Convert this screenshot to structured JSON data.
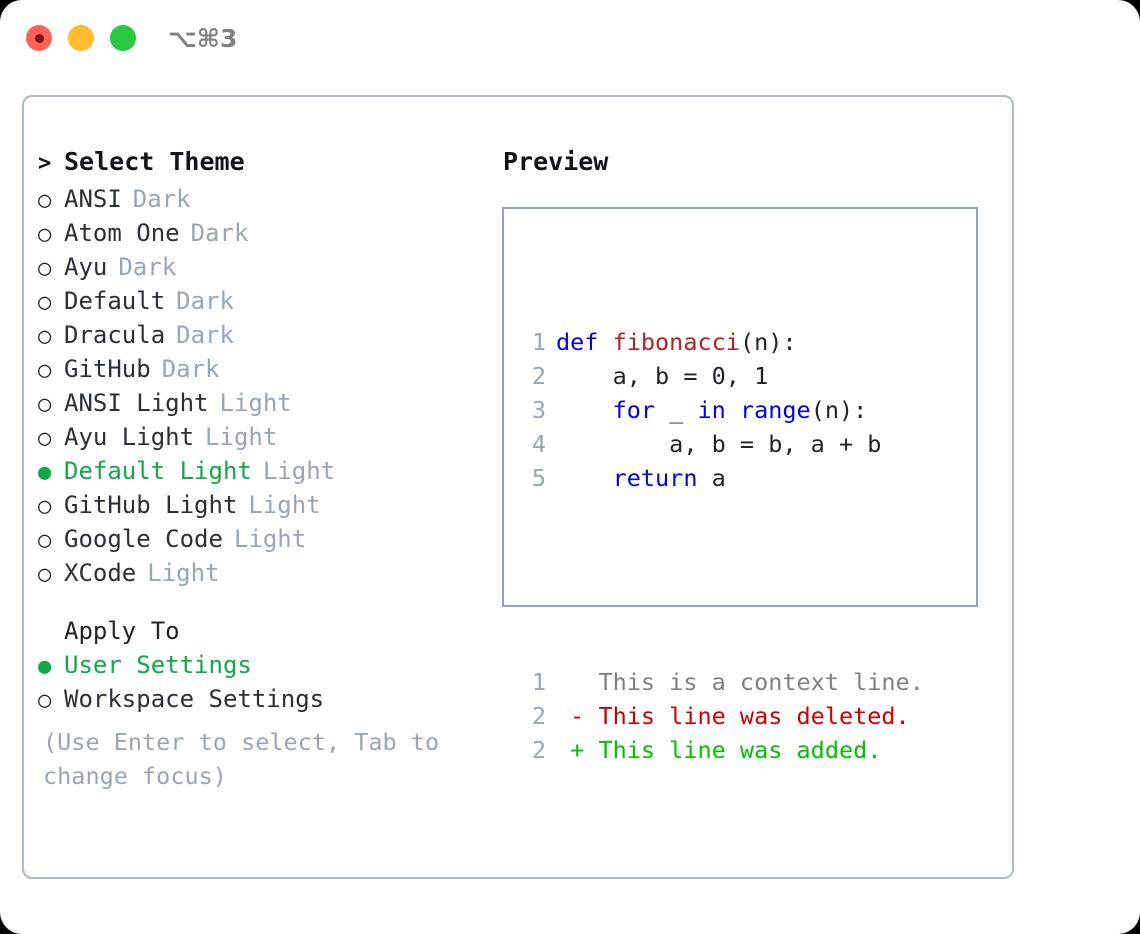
{
  "window": {
    "shortcut_label": "⌥⌘3",
    "traffic_lights": [
      {
        "name": "close",
        "color": "#ff6158"
      },
      {
        "name": "minimize",
        "color": "#febc2e"
      },
      {
        "name": "maximize",
        "color": "#28c840"
      }
    ]
  },
  "theme_picker": {
    "heading_marker": ">",
    "heading": "Select Theme",
    "marker_selected": "●",
    "marker_unselected": "○",
    "accent_color": "#11a84a",
    "items": [
      {
        "name": "ANSI",
        "kind": "Dark",
        "selected": false
      },
      {
        "name": "Atom One",
        "kind": "Dark",
        "selected": false
      },
      {
        "name": "Ayu",
        "kind": "Dark",
        "selected": false
      },
      {
        "name": "Default",
        "kind": "Dark",
        "selected": false
      },
      {
        "name": "Dracula",
        "kind": "Dark",
        "selected": false
      },
      {
        "name": "GitHub",
        "kind": "Dark",
        "selected": false
      },
      {
        "name": "ANSI Light",
        "kind": "Light",
        "selected": false
      },
      {
        "name": "Ayu Light",
        "kind": "Light",
        "selected": false
      },
      {
        "name": "Default Light",
        "kind": "Light",
        "selected": true
      },
      {
        "name": "GitHub Light",
        "kind": "Light",
        "selected": false
      },
      {
        "name": "Google Code",
        "kind": "Light",
        "selected": false
      },
      {
        "name": "XCode",
        "kind": "Light",
        "selected": false
      }
    ]
  },
  "apply_to": {
    "label": "Apply To",
    "options": [
      {
        "label": "User Settings",
        "selected": true
      },
      {
        "label": "Workspace Settings",
        "selected": false
      }
    ]
  },
  "hint": "(Use Enter to select, Tab to change focus)",
  "preview": {
    "title": "Preview",
    "code_lines": [
      {
        "no": "1",
        "segments": [
          {
            "text": "def ",
            "style": "tok-kw"
          },
          {
            "text": "fibonacci",
            "style": "tok-fn"
          },
          {
            "text": "(n):",
            "style": "tok-plain"
          }
        ]
      },
      {
        "no": "2",
        "segments": [
          {
            "text": "    a, b = 0, 1",
            "style": "tok-plain"
          }
        ]
      },
      {
        "no": "3",
        "segments": [
          {
            "text": "    ",
            "style": "tok-plain"
          },
          {
            "text": "for",
            "style": "tok-kw"
          },
          {
            "text": " _ ",
            "style": "tok-plain"
          },
          {
            "text": "in",
            "style": "tok-kw"
          },
          {
            "text": " ",
            "style": "tok-plain"
          },
          {
            "text": "range",
            "style": "tok-kw"
          },
          {
            "text": "(n):",
            "style": "tok-plain"
          }
        ]
      },
      {
        "no": "4",
        "segments": [
          {
            "text": "        a, b = b, a + b",
            "style": "tok-plain"
          }
        ]
      },
      {
        "no": "5",
        "segments": [
          {
            "text": "    ",
            "style": "tok-plain"
          },
          {
            "text": "return",
            "style": "tok-kw"
          },
          {
            "text": " a",
            "style": "tok-plain"
          }
        ]
      }
    ],
    "diff_lines": [
      {
        "no": "1",
        "marker": " ",
        "text": "This is a context line.",
        "style": "diff-ctx"
      },
      {
        "no": "2",
        "marker": "-",
        "text": "This line was deleted.",
        "style": "diff-del"
      },
      {
        "no": "2",
        "marker": "+",
        "text": "This line was added.",
        "style": "diff-add"
      }
    ]
  }
}
